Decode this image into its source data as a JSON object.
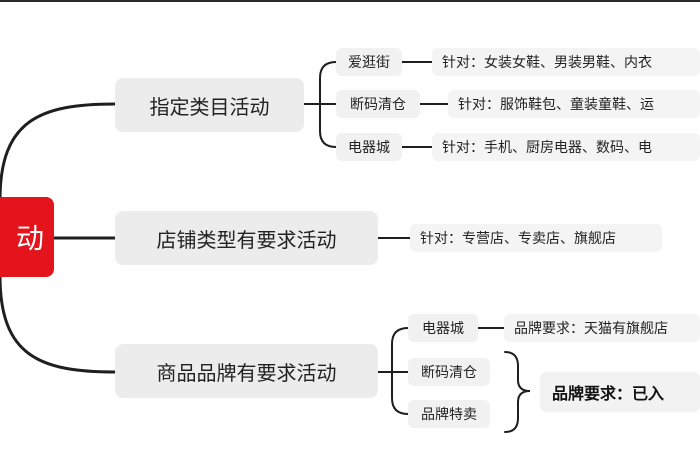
{
  "root": {
    "label": "动"
  },
  "branches": [
    {
      "label": "指定类目活动",
      "children": [
        {
          "label": "爱逛街",
          "detail": "针对：女装女鞋、男装男鞋、内衣"
        },
        {
          "label": "断码清仓",
          "detail": "针对：服饰鞋包、童装童鞋、运"
        },
        {
          "label": "电器城",
          "detail": "针对：手机、厨房电器、数码、电"
        }
      ]
    },
    {
      "label": "店铺类型有要求活动",
      "detail": "针对：专营店、专卖店、旗舰店"
    },
    {
      "label": "商品品牌有要求活动",
      "children": [
        {
          "label": "电器城",
          "detail": "品牌要求：天猫有旗舰店"
        },
        {
          "label": "断码清仓"
        },
        {
          "label": "品牌特卖"
        }
      ],
      "group_detail": "品牌要求：已入"
    }
  ],
  "colors": {
    "root": "#e3141b",
    "line": "#1f1f1f",
    "node": "#ececec"
  }
}
